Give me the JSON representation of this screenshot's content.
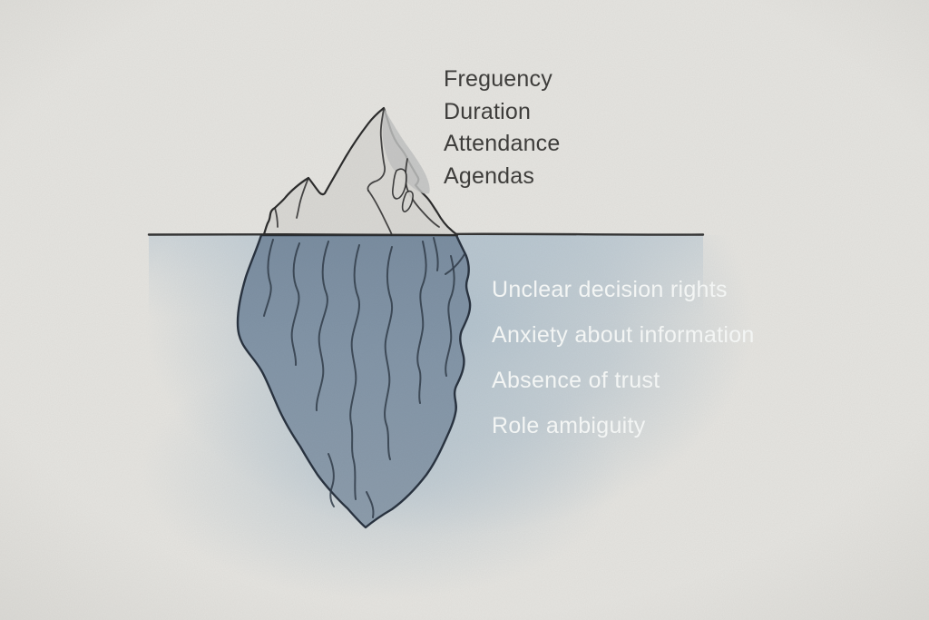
{
  "scene": {
    "colors": {
      "background": "#e5e4e0",
      "surface-text": "#3e3d3b",
      "hidden-text": "#f3f5f4",
      "waterline": "#2b2b2b",
      "berg-above": "#d9d8d4",
      "berg-facet": "#c2c3c2",
      "berg-outline": "#2d2d2d",
      "berg-below-top": "#7b8ea1",
      "berg-below-mid": "#8496a8",
      "berg-below-bottom": "#8d9dac",
      "berg-below-outline": "#2a3441",
      "berg-crack": "#333e4b",
      "water-haze": "#a9bcca",
      "water-band": "#bfccd5"
    }
  },
  "above_water": {
    "labels": [
      "Freguency",
      "Duration",
      "Attendance",
      "Agendas"
    ]
  },
  "below_water": {
    "labels": [
      "Unclear decision rights",
      "Anxiety about information",
      "Absence of trust",
      "Role ambiguity"
    ]
  }
}
